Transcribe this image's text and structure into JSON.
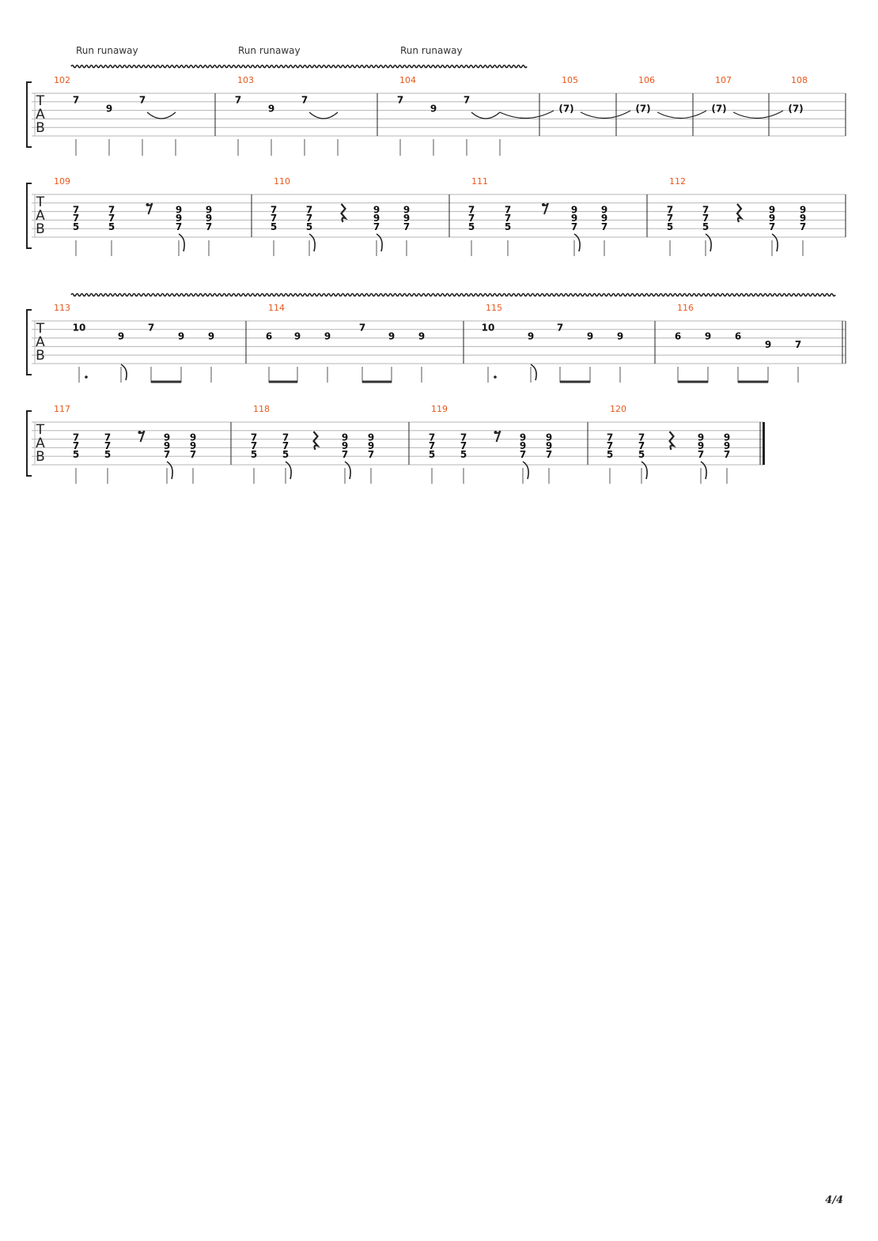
{
  "page_number": "4/4",
  "tab_letters": [
    "T",
    "A",
    "B"
  ],
  "colors": {
    "measure_number": "#e8571b",
    "staff_line": "#b5b5b5",
    "ink": "#111111"
  },
  "lyrics": [
    "Run runaway",
    "Run runaway",
    "Run runaway"
  ],
  "systems": [
    {
      "measures": [
        {
          "number": "102",
          "notes": [
            [
              "7"
            ],
            [
              "9"
            ],
            [
              "7"
            ],
            []
          ]
        },
        {
          "number": "103",
          "notes": [
            [
              "7"
            ],
            [
              "9"
            ],
            [
              "7"
            ],
            []
          ]
        },
        {
          "number": "104",
          "notes": [
            [
              "7"
            ],
            [
              "9"
            ],
            [
              "7"
            ],
            []
          ]
        },
        {
          "number": "105",
          "notes": [
            [
              "(7)"
            ]
          ]
        },
        {
          "number": "106",
          "notes": [
            [
              "(7)"
            ]
          ]
        },
        {
          "number": "107",
          "notes": [
            [
              "(7)"
            ]
          ]
        },
        {
          "number": "108",
          "notes": [
            [
              "(7)"
            ]
          ]
        }
      ]
    },
    {
      "measures": [
        {
          "number": "109",
          "notes": [
            [
              "7",
              "7",
              "5"
            ],
            [
              "7",
              "7",
              "5"
            ],
            [
              "9",
              "9",
              "7"
            ],
            [
              "9",
              "9",
              "7"
            ]
          ]
        },
        {
          "number": "110",
          "notes": [
            [
              "7",
              "7",
              "5"
            ],
            [
              "7",
              "7",
              "5"
            ],
            [
              "9",
              "9",
              "7"
            ],
            [
              "9",
              "9",
              "7"
            ]
          ]
        },
        {
          "number": "111",
          "notes": [
            [
              "7",
              "7",
              "5"
            ],
            [
              "7",
              "7",
              "5"
            ],
            [
              "9",
              "9",
              "7"
            ],
            [
              "9",
              "9",
              "7"
            ]
          ]
        },
        {
          "number": "112",
          "notes": [
            [
              "7",
              "7",
              "5"
            ],
            [
              "7",
              "7",
              "5"
            ],
            [
              "9",
              "9",
              "7"
            ],
            [
              "9",
              "9",
              "7"
            ]
          ]
        }
      ]
    },
    {
      "measures": [
        {
          "number": "113",
          "notes": [
            [
              "10"
            ],
            [
              "9"
            ],
            [
              "7"
            ],
            [
              "9"
            ],
            [
              "9"
            ]
          ]
        },
        {
          "number": "114",
          "notes": [
            [
              "6"
            ],
            [
              "9"
            ],
            [
              "9"
            ],
            [
              "7"
            ],
            [
              "9"
            ],
            [
              "9"
            ]
          ]
        },
        {
          "number": "115",
          "notes": [
            [
              "10"
            ],
            [
              "9"
            ],
            [
              "7"
            ],
            [
              "9"
            ],
            [
              "9"
            ]
          ]
        },
        {
          "number": "116",
          "notes": [
            [
              "6"
            ],
            [
              "9"
            ],
            [
              "6"
            ],
            [
              "9"
            ],
            [
              "7"
            ]
          ]
        }
      ]
    },
    {
      "measures": [
        {
          "number": "117",
          "notes": [
            [
              "7",
              "7",
              "5"
            ],
            [
              "7",
              "7",
              "5"
            ],
            [
              "9",
              "9",
              "7"
            ],
            [
              "9",
              "9",
              "7"
            ]
          ]
        },
        {
          "number": "118",
          "notes": [
            [
              "7",
              "7",
              "5"
            ],
            [
              "7",
              "7",
              "5"
            ],
            [
              "9",
              "9",
              "7"
            ],
            [
              "9",
              "9",
              "7"
            ]
          ]
        },
        {
          "number": "119",
          "notes": [
            [
              "7",
              "7",
              "5"
            ],
            [
              "7",
              "7",
              "5"
            ],
            [
              "9",
              "9",
              "7"
            ],
            [
              "9",
              "9",
              "7"
            ]
          ]
        },
        {
          "number": "120",
          "notes": [
            [
              "7",
              "7",
              "5"
            ],
            [
              "7",
              "7",
              "5"
            ],
            [
              "9",
              "9",
              "7"
            ],
            [
              "9",
              "9",
              "7"
            ]
          ]
        }
      ]
    }
  ]
}
